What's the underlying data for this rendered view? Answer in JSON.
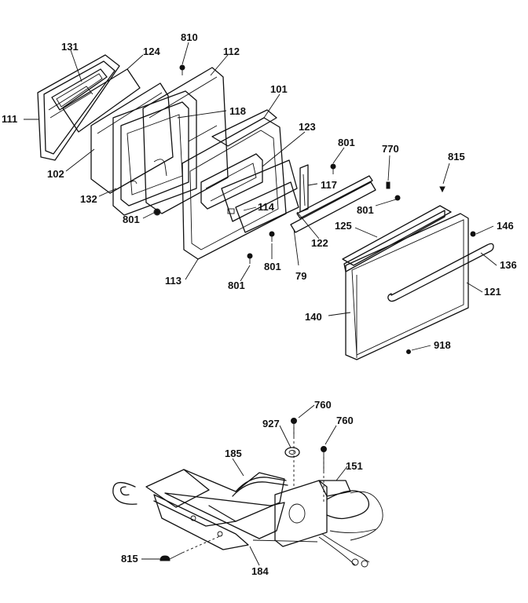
{
  "labels": {
    "p131": "131",
    "p124": "124",
    "p810": "810",
    "p112": "112",
    "p111": "111",
    "p118": "118",
    "p101": "101",
    "p123": "123",
    "p801a": "801",
    "p770": "770",
    "p815a": "815",
    "p102": "102",
    "p117": "117",
    "p132": "132",
    "p114": "114",
    "p801b": "801",
    "p801c": "801",
    "p125": "125",
    "p146": "146",
    "p122": "122",
    "p136": "136",
    "p801d": "801",
    "p79": "79",
    "p113": "113",
    "p801e": "801",
    "p121": "121",
    "p140": "140",
    "p918": "918",
    "p760a": "760",
    "p927": "927",
    "p760b": "760",
    "p185": "185",
    "p151": "151",
    "p815b": "815",
    "p184": "184"
  }
}
